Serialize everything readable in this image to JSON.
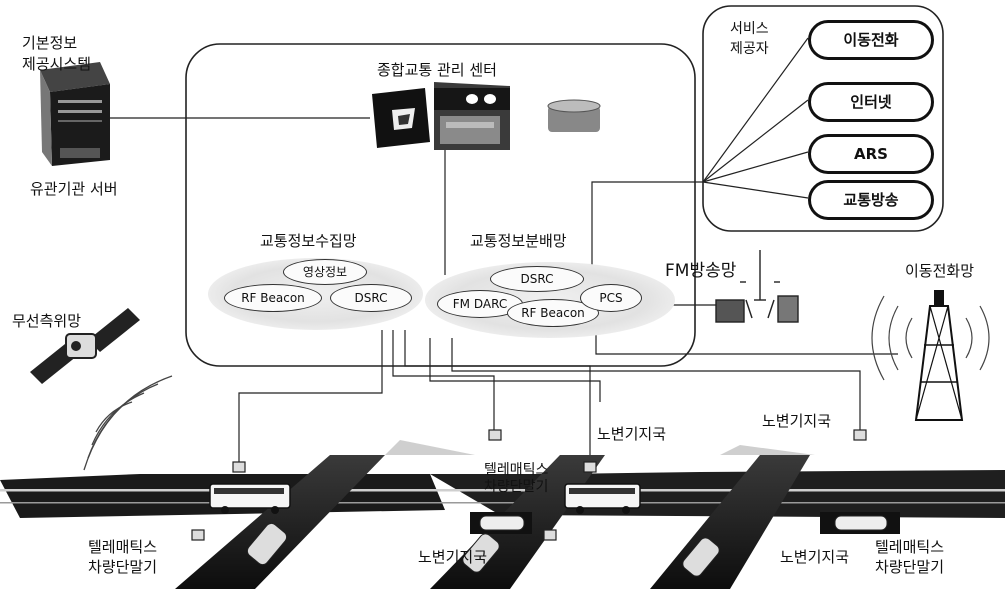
{
  "source_system": {
    "title_line1": "기본정보",
    "title_line2": "제공시스템",
    "server_label": "유관기관 서버"
  },
  "control_center": {
    "title": "종합교통 관리 센터"
  },
  "service_providers": {
    "title_line1": "서비스",
    "title_line2": "제공자",
    "items": [
      "이동전화",
      "인터넷",
      "ARS",
      "교통방송"
    ]
  },
  "collection_network": {
    "title": "교통정보수집망",
    "nodes": [
      "영상정보",
      "RF Beacon",
      "DSRC"
    ]
  },
  "distribution_network": {
    "title": "교통정보분배망",
    "nodes": [
      "DSRC",
      "FM DARC",
      "RF Beacon",
      "PCS"
    ]
  },
  "fm_network": {
    "label": "FM방송망"
  },
  "mobile_network": {
    "label": "이동전화망"
  },
  "satellite": {
    "label": "무선측위망"
  },
  "roadside": {
    "label": "노변기지국",
    "labels": [
      "노변기지국",
      "노변기지국",
      "노변기지국",
      "노변기지국"
    ]
  },
  "telematics": {
    "line1": "텔레매틱스",
    "line2": "차량단말기",
    "labels": [
      {
        "line1": "텔레매틱스",
        "line2": "차량단말기"
      },
      {
        "line1": "텔레매틱스",
        "line2": "차량단말기"
      },
      {
        "line1": "텔레매틱스",
        "line2": "차량단말기"
      }
    ]
  }
}
